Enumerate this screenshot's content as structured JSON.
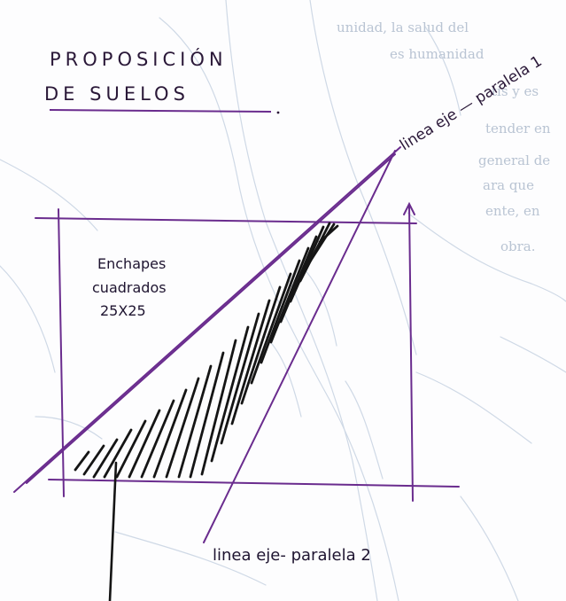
{
  "title": {
    "line1": "PROPOSICIÓN",
    "line2": "DE SUELOS"
  },
  "annotations": {
    "axis_1": "linea eje — paralela 1",
    "axis_2": "linea eje- paralela 2",
    "material_line1": "Enchapes",
    "material_line2": "cuadrados",
    "material_line3": "25X25"
  },
  "background_text": [
    "unidad, la salud del",
    "es humanidad",
    "tis y es",
    "tender en",
    "general de",
    "ara que",
    "ente, en",
    "obra."
  ],
  "colors": {
    "ink_purple": "#6a2c8e",
    "ink_black": "#151515",
    "bg_sketch": "#cfd9e6",
    "bg_text": "#b9c4d3",
    "paper": "#fdfdfe"
  }
}
